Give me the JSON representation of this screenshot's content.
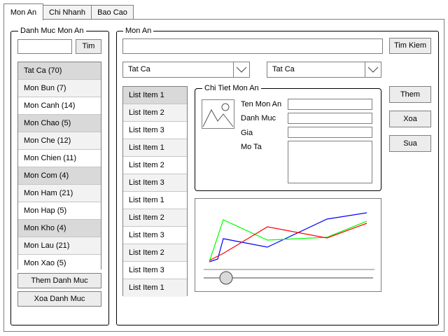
{
  "tabs": [
    "Mon An",
    "Chi Nhanh",
    "Bao Cao"
  ],
  "category_panel": {
    "legend": "Danh Muc Mon An",
    "search_value": "",
    "search_button": "Tim",
    "items": [
      "Tat Ca (70)",
      "Mon Bun (7)",
      "Mon Canh (14)",
      "Mon Chao (5)",
      "Mon Che (12)",
      "Mon Chien (11)",
      "Mon Com (4)",
      "Mon Ham (21)",
      "Mon Hap (5)",
      "Mon Kho (4)",
      "Mon Lau (21)",
      "Mon Xao (5)"
    ],
    "add_button": "Them Danh Muc",
    "delete_button": "Xoa Danh Muc"
  },
  "main_panel": {
    "legend": "Mon An",
    "search_value": "",
    "search_button": "Tim Kiem",
    "filter1": "Tat Ca",
    "filter2": "Tat Ca",
    "list_items": [
      "List Item 1",
      "List Item 2",
      "List Item 3",
      "List Item 1",
      "List Item 2",
      "List Item 3",
      "List Item 1",
      "List Item 2",
      "List Item 3",
      "List Item 2",
      "List Item 3",
      "List Item 1"
    ],
    "detail": {
      "legend": "Chi Tiet Mon An",
      "name_label": "Ten Mon An",
      "category_label": "Danh Muc",
      "price_label": "Gia",
      "desc_label": "Mo Ta"
    },
    "actions": {
      "add": "Them",
      "delete": "Xoa",
      "edit": "Sua"
    },
    "chart": {
      "series_colors": [
        "#ff0000",
        "#00ff00",
        "#0000ff"
      ],
      "slider_value": 0.0
    }
  }
}
